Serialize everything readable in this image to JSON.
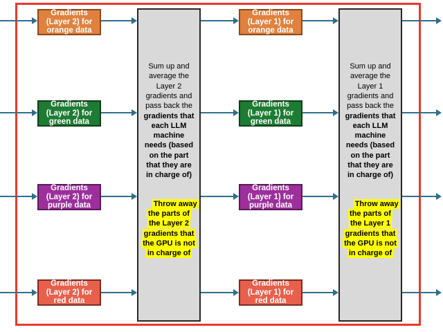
{
  "colors": {
    "outer_border": "#E8392C",
    "arrow": "#2F6E8C",
    "panel_fill": "#D9D9D9",
    "panel_border": "#262626",
    "highlight": "#FFFF00",
    "box_text": "#FFFFFF",
    "orange_fill": "#E0813D",
    "green_fill": "#1E7B33",
    "purple_fill": "#9C2F9C",
    "red_fill": "#E8604C"
  },
  "left_column": {
    "boxes": [
      {
        "label": "Gradients\n(Layer 2) for\norange data"
      },
      {
        "label": "Gradients\n(Layer 2) for\ngreen data"
      },
      {
        "label": "Gradients\n(Layer 2) for\npurple data"
      },
      {
        "label": "Gradients\n(Layer 2) for\nred data"
      }
    ],
    "panel": {
      "normal": "Sum up and\naverage the\nLayer 2\ngradients and\npass back the",
      "bold": "gradients that\neach LLM\nmachine\nneeds (based\non the part\nthat they are\nin charge of)",
      "highlight": "Throw away\nthe parts of\nthe Layer 2\ngradients that\nthe GPU is not\nin charge of"
    }
  },
  "right_column": {
    "boxes": [
      {
        "label": "Gradients\n(Layer 1) for\norange data"
      },
      {
        "label": "Gradients\n(Layer 1) for\ngreen data"
      },
      {
        "label": "Gradients\n(Layer 1) for\npurple data"
      },
      {
        "label": "Gradients\n(Layer 1) for\nred data"
      }
    ],
    "panel": {
      "normal": "Sum up and\naverage the\nLayer 1\ngradients and\npass back the",
      "bold": "gradients that\neach LLM\nmachine\nneeds (based\non the part\nthat they are\nin charge of)",
      "highlight": "Throw away\nthe parts of\nthe Layer 1\ngradients that\nthe GPU is not\nin charge of"
    }
  }
}
